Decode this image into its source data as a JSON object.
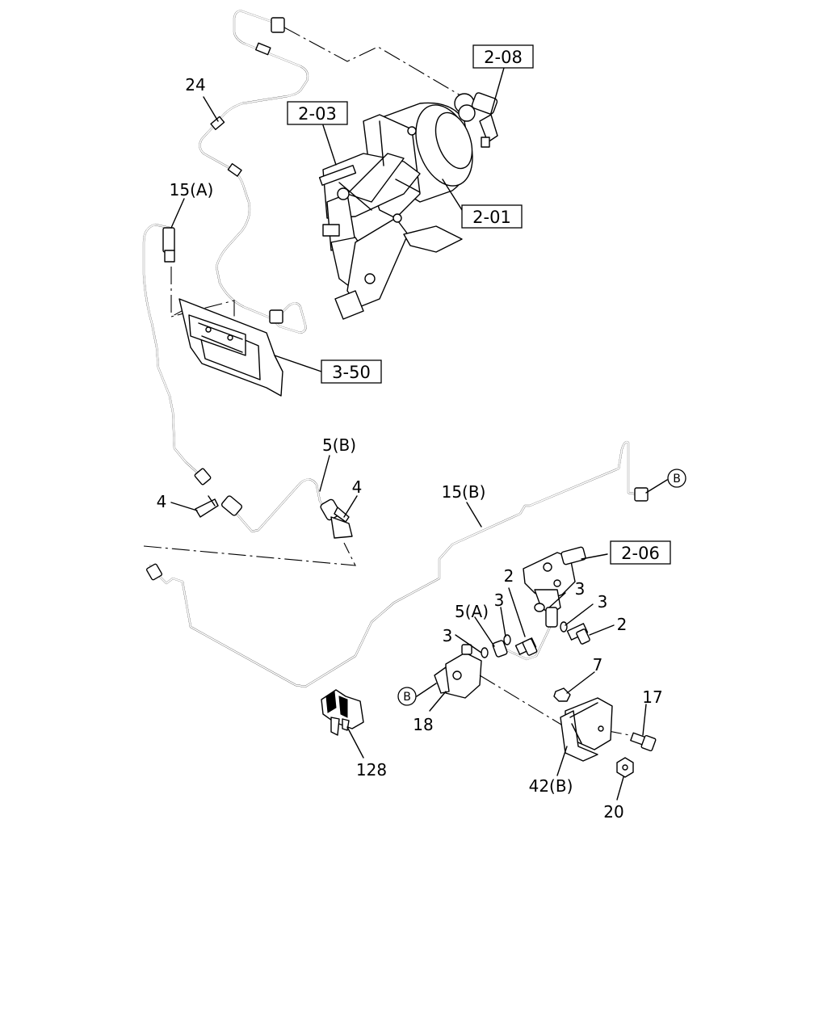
{
  "diagram": {
    "callouts": {
      "ref_2_08": "2-08",
      "ref_2_03": "2-03",
      "ref_2_01": "2-01",
      "ref_3_50": "3-50",
      "ref_2_06": "2-06"
    },
    "labels": {
      "p24": "24",
      "p15a": "15(A)",
      "p5b": "5(B)",
      "p4_left": "4",
      "p4_right": "4",
      "p15b": "15(B)",
      "p2_left": "2",
      "p3_a": "3",
      "p3_b": "3",
      "p5a": "5(A)",
      "p3_c": "3",
      "p3_d": "3",
      "p2_right": "2",
      "p7": "7",
      "p17": "17",
      "p18": "18",
      "p42b": "42(B)",
      "p20": "20",
      "p128": "128"
    },
    "connectors": {
      "b_top": "B",
      "b_bottom": "B"
    }
  }
}
